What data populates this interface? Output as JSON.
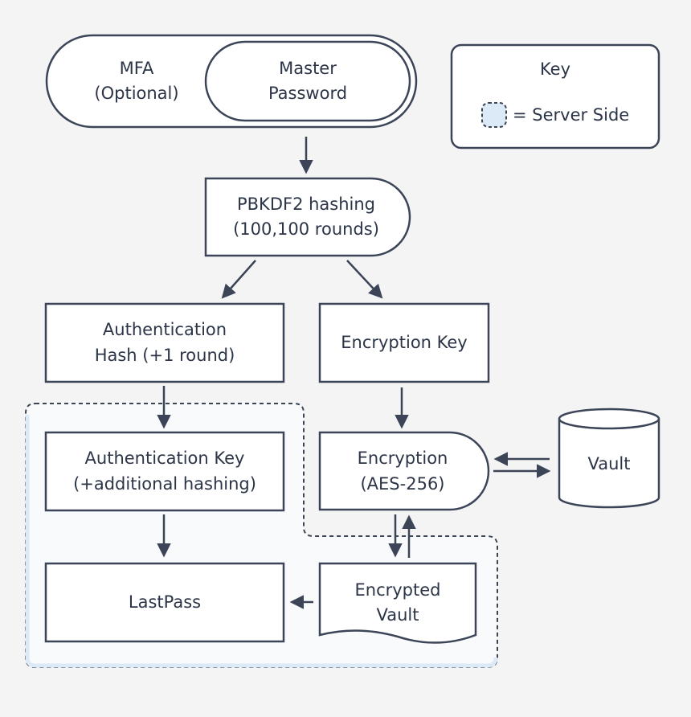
{
  "colors": {
    "stroke": "#3c4558",
    "fill": "#ffffff",
    "background": "#f4f4f4",
    "server_side_fill": "#dceaf7",
    "text": "#2b3547"
  },
  "nodes": {
    "mfa": {
      "line1": "MFA",
      "line2": "(Optional)"
    },
    "master_password": {
      "line1": "Master",
      "line2": "Password"
    },
    "pbkdf2": {
      "line1": "PBKDF2 hashing",
      "line2": "(100,100 rounds)"
    },
    "auth_hash": {
      "line1": "Authentication",
      "line2": "Hash (+1 round)"
    },
    "encryption_key": {
      "line1": "Encryption Key"
    },
    "auth_key": {
      "line1": "Authentication Key",
      "line2": "(+additional hashing)"
    },
    "encryption": {
      "line1": "Encryption",
      "line2": "(AES-256)"
    },
    "vault": {
      "line1": "Vault"
    },
    "lastpass": {
      "line1": "LastPass"
    },
    "encrypted_vault": {
      "line1": "Encrypted",
      "line2": "Vault"
    }
  },
  "key": {
    "title": "Key",
    "server_side_label": "= Server Side"
  }
}
